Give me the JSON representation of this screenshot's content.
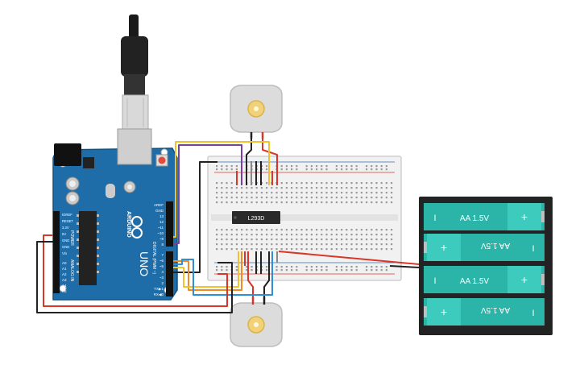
{
  "arduino": {
    "brand": "ARDUINO",
    "model": "UNO",
    "power_header_label": "POWER",
    "analog_header_label": "ANALOG IN",
    "digital_header_label": "DIGITAL (PWM ~)",
    "power_pins": [
      "IOREF",
      "RESET",
      "3.3V",
      "5V",
      "GND",
      "GND",
      "Vin"
    ],
    "analog_pins": [
      "A0",
      "A1",
      "A2",
      "A3",
      "A4",
      "A5"
    ],
    "digital_pins_upper": [
      "AREF",
      "GND",
      "13",
      "12",
      "~11",
      "~10",
      "~9",
      "8"
    ],
    "digital_pins_lower": [
      "7",
      "~6",
      "~5",
      "4",
      "~3",
      "2",
      "TX▶1",
      "RX◀0"
    ]
  },
  "chip": {
    "label": "L293D"
  },
  "batteries": [
    {
      "label": "AA 1.5V",
      "flipped": false
    },
    {
      "label": "AA 1.5V",
      "flipped": true
    },
    {
      "label": "AA 1.5V",
      "flipped": false
    },
    {
      "label": "AA 1.5V",
      "flipped": true
    }
  ],
  "battery_polarity": {
    "plus": "+",
    "minus": "I"
  },
  "colors": {
    "arduino_blue": "#1f6da8",
    "breadboard": "#f1f1f1",
    "battery_teal": "#2ab5a8",
    "wire_purple": "#7b3fa0",
    "wire_yellow": "#f2c12e",
    "wire_orange": "#f08a24",
    "wire_blue": "#2d8fd6",
    "wire_red": "#d9362b",
    "wire_black": "#222222",
    "wire_gray": "#888888"
  }
}
